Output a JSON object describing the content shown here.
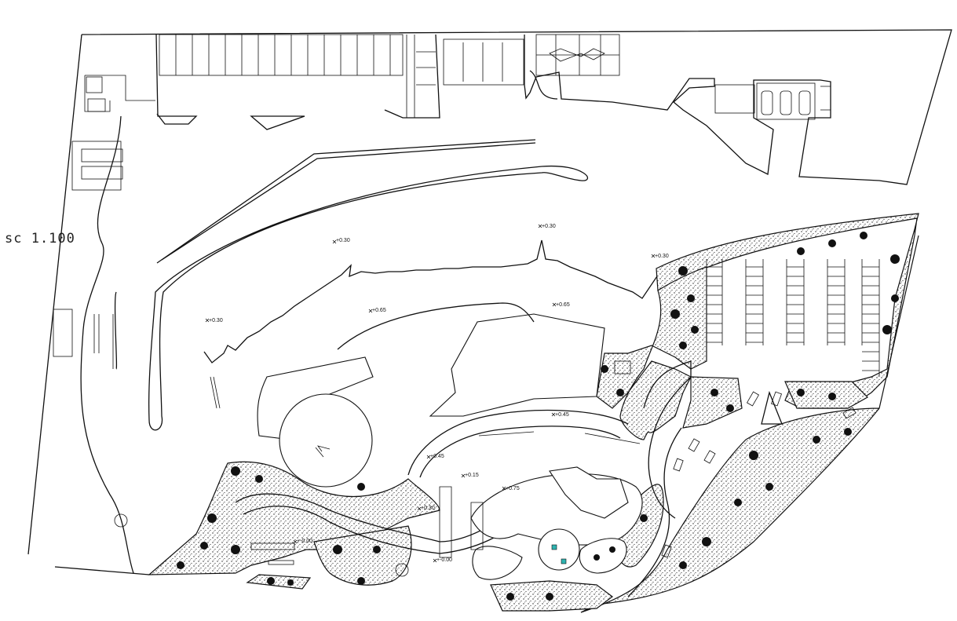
{
  "scale_label": "sc  1.100",
  "levels": [
    "+0.30",
    "+0.30",
    "+0.30",
    "+0.30",
    "+0.65",
    "+0.65",
    "+0.45",
    "+0.45",
    "+0.15",
    "+0.75",
    "+0.30",
    "+-0.00",
    "+-0.00"
  ],
  "colors": {
    "line": "#111111",
    "background": "#ffffff",
    "accent": "#2fb3b0"
  }
}
